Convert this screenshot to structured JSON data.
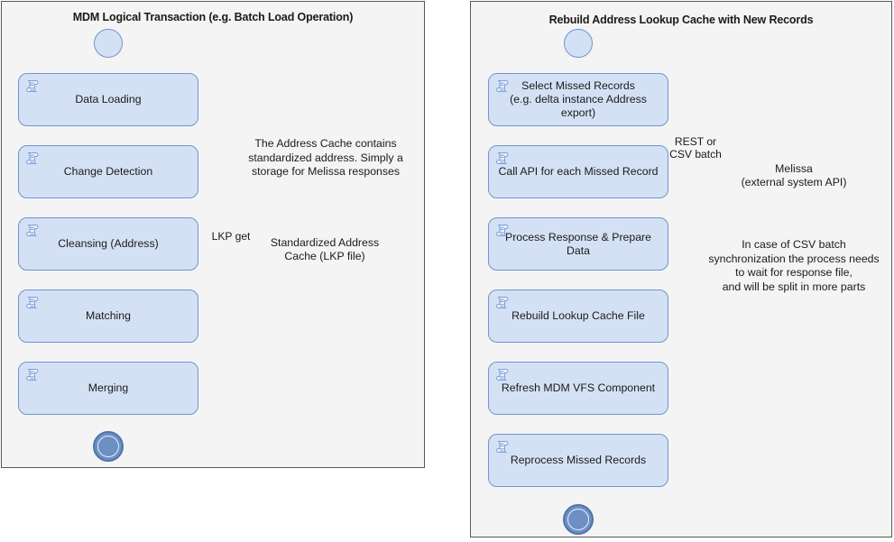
{
  "colors": {
    "panel_bg": "#f4f4f4",
    "panel_border": "#58585a",
    "node_fill": "#d4e1f5",
    "node_stroke": "#6f95cf",
    "end_fill": "#6d8fc4",
    "note_fill": "#fdeec8",
    "note_stroke": "#d6a532",
    "arrow": "#6f95cf",
    "arrow_dark": "#000000",
    "text": "#1a1a1a"
  },
  "left_panel": {
    "title": "MDM Logical Transaction (e.g. Batch Load Operation)",
    "start_node": "start-node",
    "activities": [
      {
        "label": "Data Loading"
      },
      {
        "label": "Change Detection"
      },
      {
        "label": "Cleansing (Address)"
      },
      {
        "label": "Matching"
      },
      {
        "label": "Merging"
      }
    ],
    "end_node": "end-node",
    "database": {
      "label": "Standardized Address\nCache (LKP file)"
    },
    "note": {
      "text": "The Address Cache contains\nstandardized address. Simply a\nstorage for Melissa responses"
    },
    "edge_labels": [
      {
        "text": "LKP get"
      }
    ]
  },
  "right_panel": {
    "title": "Rebuild Address Lookup Cache with New Records",
    "start_node": "start-node",
    "activities": [
      {
        "label": "Select Missed Records\n(e.g. delta instance Address export)"
      },
      {
        "label": "Call API for each Missed Record"
      },
      {
        "label": "Process Response & Prepare Data"
      },
      {
        "label": "Rebuild Lookup Cache File"
      },
      {
        "label": "Refresh MDM VFS Component"
      },
      {
        "label": "Reprocess Missed Records"
      }
    ],
    "end_node": "end-node",
    "database": {
      "label": "Melissa\n(external system API)"
    },
    "note": {
      "text": "In case of CSV batch\nsynchronization the process needs\nto wait for response file,\nand will be split in more parts"
    },
    "edge_labels": [
      {
        "text": "REST or\nCSV batch"
      }
    ]
  }
}
